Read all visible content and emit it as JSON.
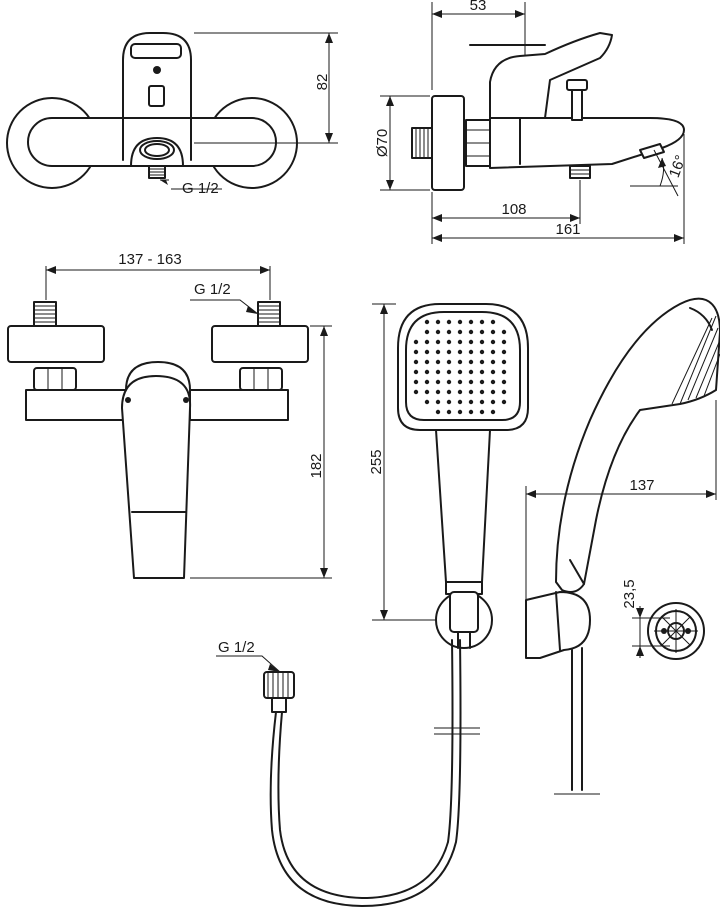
{
  "dimensions": {
    "d53": "53",
    "d82": "82",
    "d70": "Ø70",
    "d16": "16°",
    "d108": "108",
    "d161": "161",
    "d137_163": "137 - 163",
    "d182": "182",
    "d255": "255",
    "d137": "137",
    "d23_5": "23,5"
  },
  "threads": {
    "top": "G 1/2",
    "middle": "G 1/2",
    "hose": "G 1/2"
  }
}
